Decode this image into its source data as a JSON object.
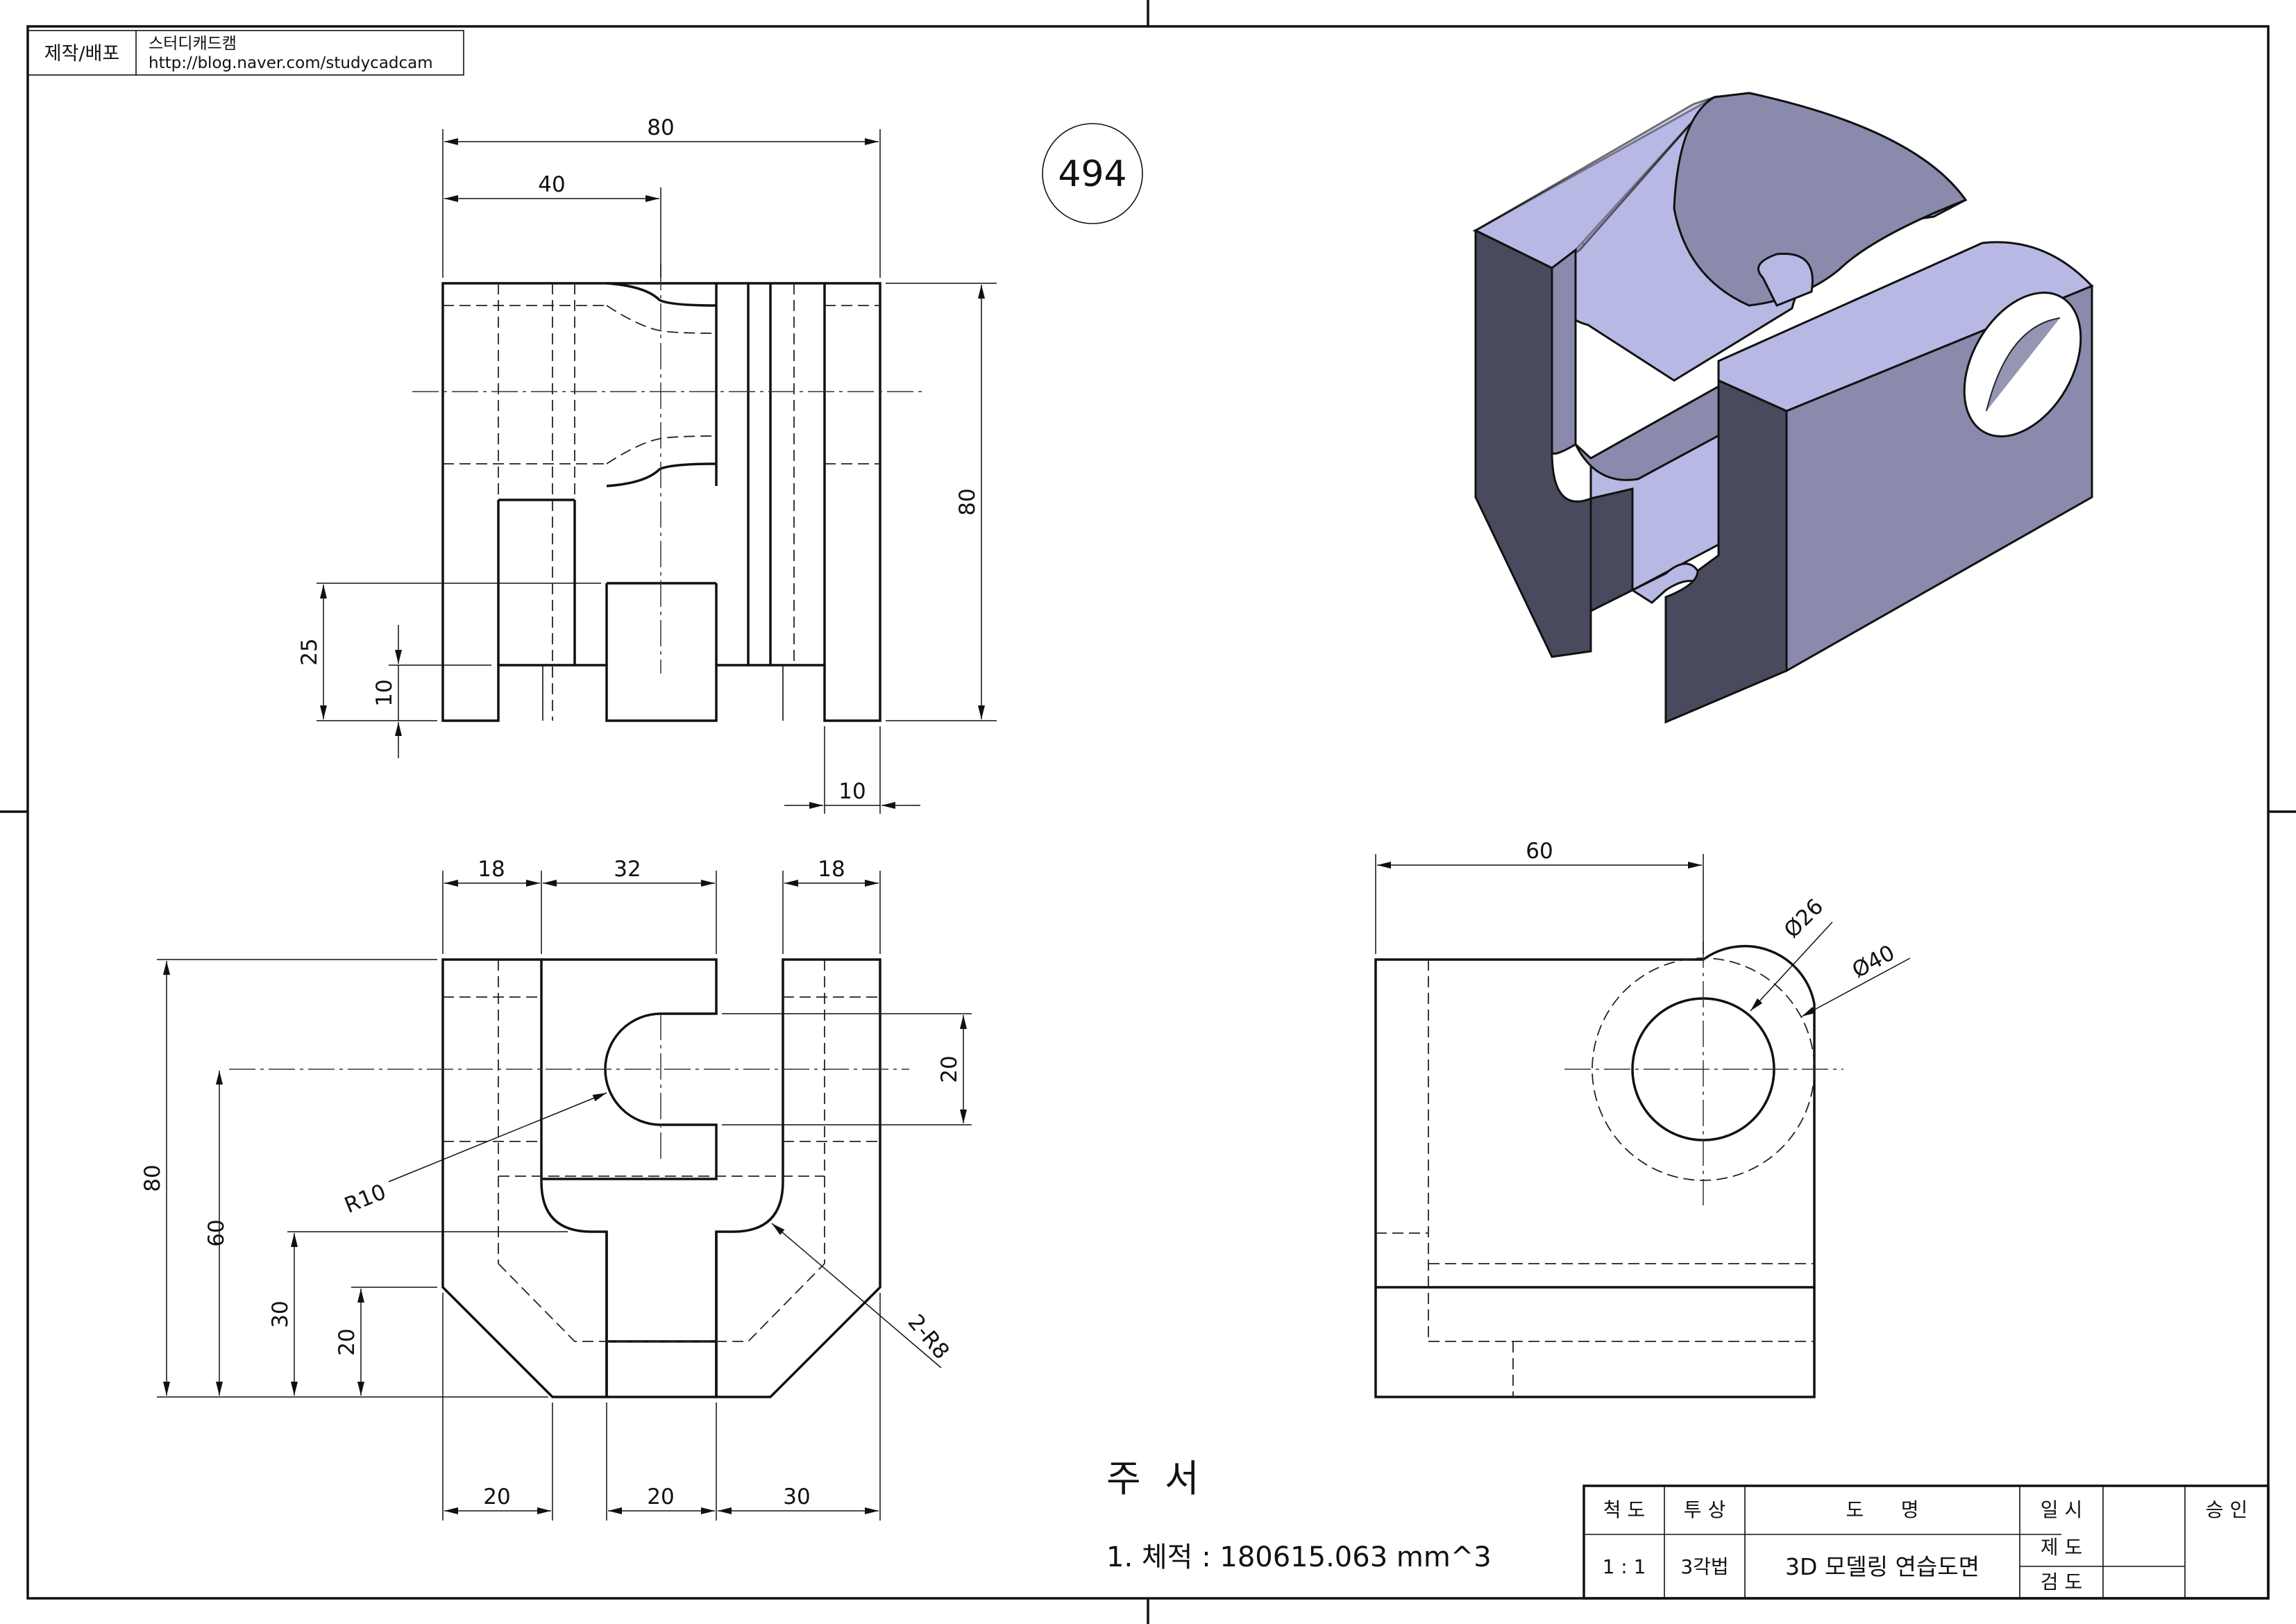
{
  "header": {
    "label": "제작/배포",
    "name": "스터디캐드캠",
    "url": "http://blog.naver.com/studycadcam"
  },
  "drawing_number": "494",
  "notes": {
    "heading": "주  서",
    "line1": "1. 체적 : 180615.063 mm^3"
  },
  "title_block": {
    "scale_label": "척 도",
    "scale_value": "1 : 1",
    "projection_label": "투 상",
    "projection_value": "3각법",
    "title_label": "도      명",
    "title_value": "3D 모델링 연습도면",
    "date_label": "일 시",
    "drawn_label": "제 도",
    "checked_label": "검 도",
    "approve_label": "승 인"
  },
  "front_view": {
    "dims": {
      "overall_width": "80",
      "half_width": "40",
      "height": "80",
      "slot_height": "25",
      "base_height": "10",
      "right_offset": "10"
    }
  },
  "top_view": {
    "dims": {
      "left": "18",
      "middle": "32",
      "right": "18",
      "overall_depth": "80",
      "center_depth": "60",
      "step_30": "30",
      "step_20": "20",
      "slot_width": "20",
      "radius_slot": "R10",
      "radius_fillets": "2-R8",
      "bottom_left": "20",
      "bottom_mid": "20",
      "bottom_right": "30"
    }
  },
  "side_view": {
    "dims": {
      "width": "60",
      "hole_dia": "Ø26",
      "boss_dia": "Ø40"
    }
  },
  "colors": {
    "line": "#111111",
    "iso_dark": "#4a4a5e",
    "iso_mid": "#8a8aac",
    "iso_light": "#b8b8e4"
  }
}
